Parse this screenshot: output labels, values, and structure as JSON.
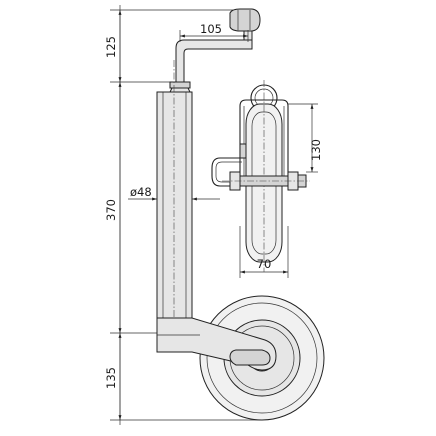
{
  "dimensions": {
    "crank_height": "125",
    "handle_reach": "105",
    "tube_length": "370",
    "wheel_height": "135",
    "tube_diameter": "ø48",
    "clamp_height": "130",
    "wheel_width": "70"
  }
}
